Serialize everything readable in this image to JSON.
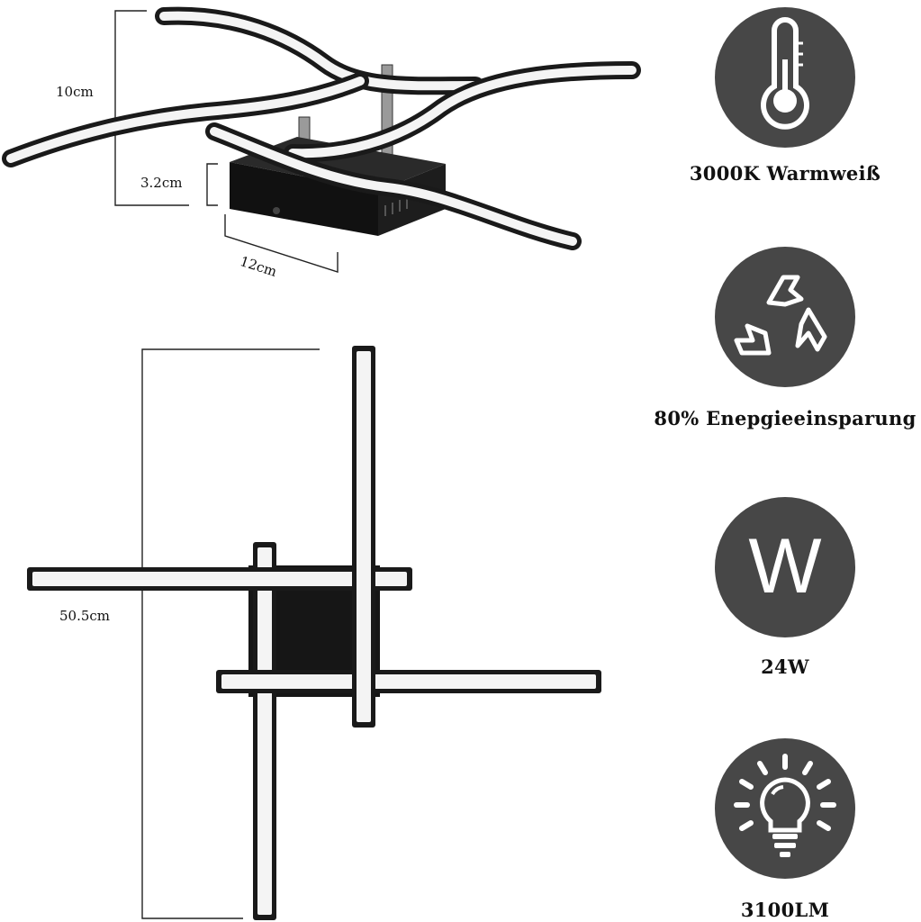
{
  "dimensions": {
    "height_total": "10cm",
    "base_height": "3.2cm",
    "base_width": "12cm",
    "length": "50.5cm"
  },
  "features": [
    {
      "icon": "thermometer-icon",
      "label": "3000K Warmweiß"
    },
    {
      "icon": "recycle-icon",
      "label": "80% Enepgieeinsparung"
    },
    {
      "icon": "letter-w-icon",
      "label": "24W",
      "glyph": "W"
    },
    {
      "icon": "light-bulb-icon",
      "label": "3100LM"
    }
  ],
  "colors": {
    "badge": "#474747",
    "lamp_body": "#1a1a1a",
    "led_strip": "#f4f4f4",
    "line": "#222222"
  }
}
